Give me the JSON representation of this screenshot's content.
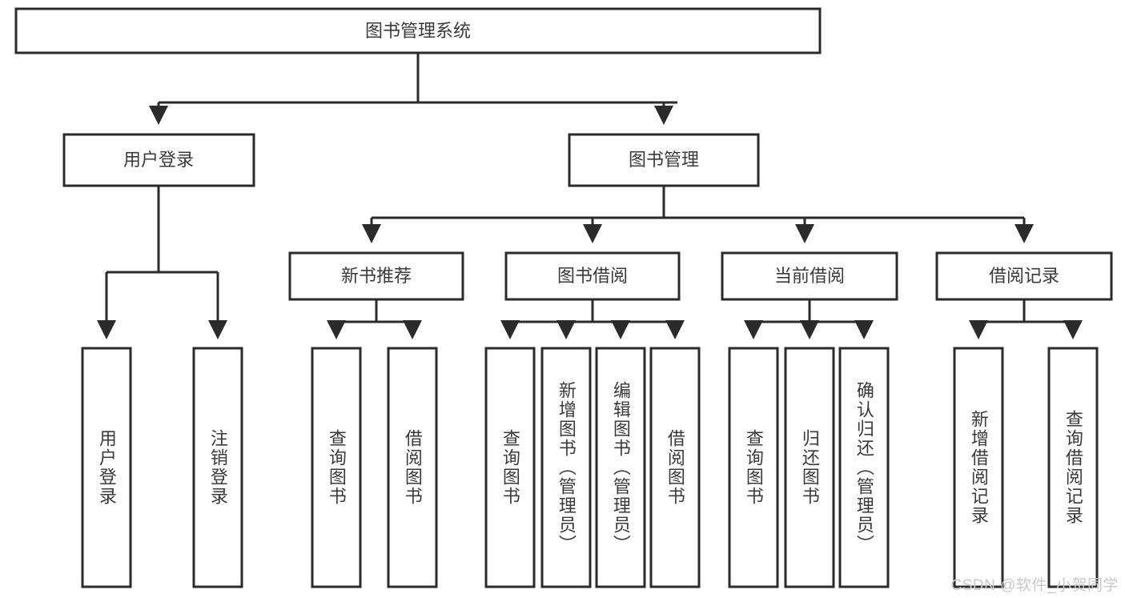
{
  "diagram": {
    "type": "tree",
    "title": "图书管理系统",
    "watermark": "CSDN @软件_小贺同学",
    "colors": {
      "stroke": "#2b2b2b",
      "fill": "#ffffff",
      "text": "#3a3a3a",
      "watermark": "#c9c9c9"
    },
    "root": {
      "label": "图书管理系统"
    },
    "level2": [
      {
        "label": "用户登录"
      },
      {
        "label": "图书管理"
      }
    ],
    "level3": [
      {
        "label": "新书推荐"
      },
      {
        "label": "图书借阅"
      },
      {
        "label": "当前借阅"
      },
      {
        "label": "借阅记录"
      }
    ],
    "leaves": {
      "user_login": [
        {
          "label": "用户登录"
        },
        {
          "label": "注销登录"
        }
      ],
      "new_book_recommend": [
        {
          "label": "查询图书"
        },
        {
          "label": "借阅图书"
        }
      ],
      "book_borrow": [
        {
          "label": "查询图书"
        },
        {
          "label": "新增图书（管理员）"
        },
        {
          "label": "编辑图书（管理员）"
        },
        {
          "label": "借阅图书"
        }
      ],
      "current_borrow": [
        {
          "label": "查询图书"
        },
        {
          "label": "归还图书"
        },
        {
          "label": "确认归还（管理员）"
        }
      ],
      "borrow_record": [
        {
          "label": "新增借阅记录"
        },
        {
          "label": "查询借阅记录"
        }
      ]
    }
  }
}
